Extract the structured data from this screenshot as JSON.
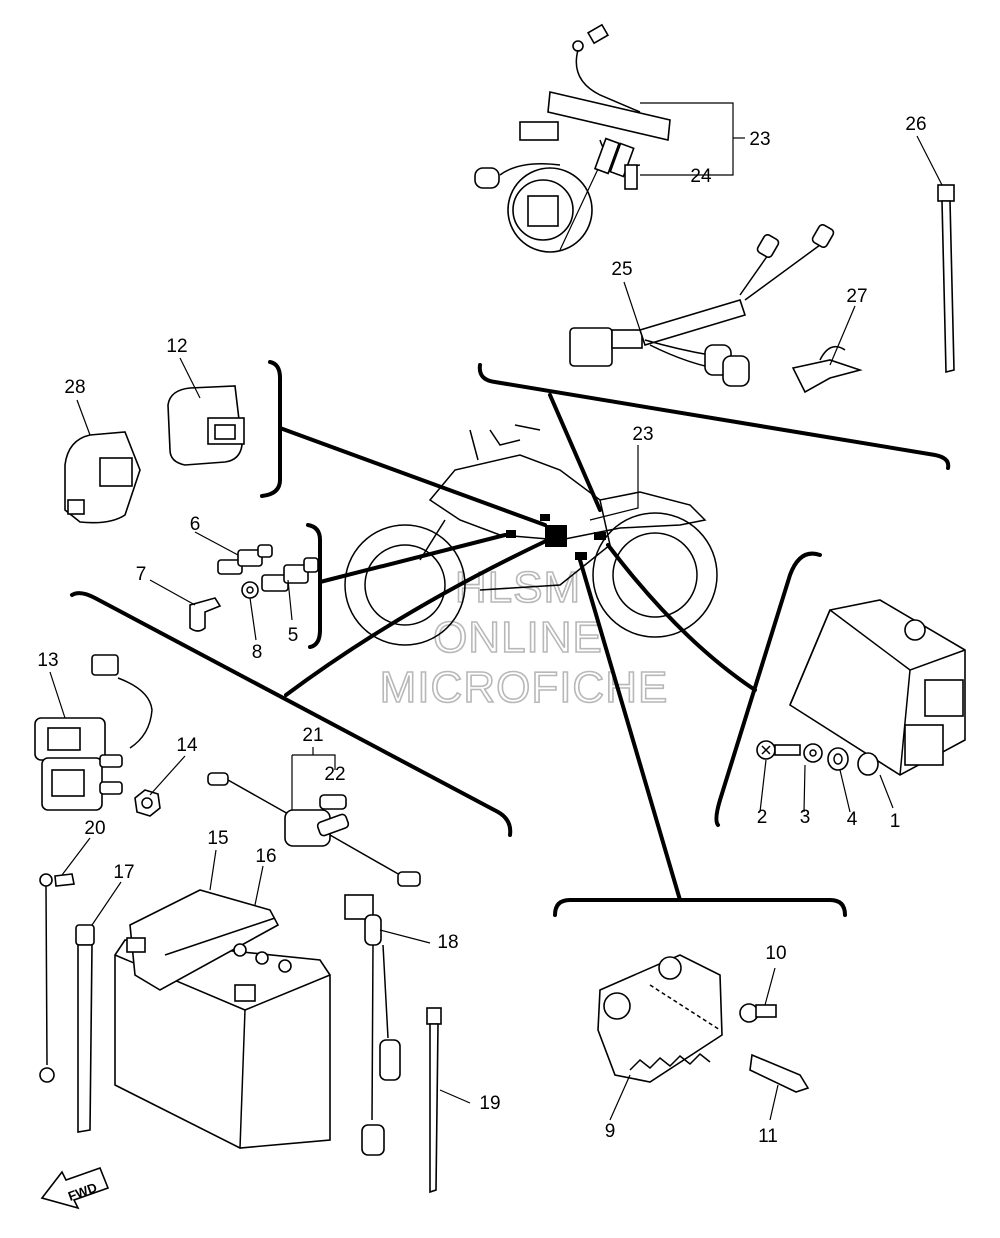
{
  "watermark": {
    "line1": "HLSM",
    "line2": "ONLINE",
    "line3": "MICROFICHE"
  },
  "fwd_label": "FWD",
  "callouts": [
    {
      "id": "1",
      "text": "1"
    },
    {
      "id": "2",
      "text": "2"
    },
    {
      "id": "3",
      "text": "3"
    },
    {
      "id": "4",
      "text": "4"
    },
    {
      "id": "5",
      "text": "5"
    },
    {
      "id": "6",
      "text": "6"
    },
    {
      "id": "7",
      "text": "7"
    },
    {
      "id": "8",
      "text": "8"
    },
    {
      "id": "9",
      "text": "9"
    },
    {
      "id": "10",
      "text": "10"
    },
    {
      "id": "11",
      "text": "11"
    },
    {
      "id": "12",
      "text": "12"
    },
    {
      "id": "13",
      "text": "13"
    },
    {
      "id": "14",
      "text": "14"
    },
    {
      "id": "15",
      "text": "15"
    },
    {
      "id": "16",
      "text": "16"
    },
    {
      "id": "17",
      "text": "17"
    },
    {
      "id": "18",
      "text": "18"
    },
    {
      "id": "19",
      "text": "19"
    },
    {
      "id": "20",
      "text": "20"
    },
    {
      "id": "21",
      "text": "21"
    },
    {
      "id": "22",
      "text": "22"
    },
    {
      "id": "23a",
      "text": "23"
    },
    {
      "id": "23b",
      "text": "23"
    },
    {
      "id": "24",
      "text": "24"
    },
    {
      "id": "25",
      "text": "25"
    },
    {
      "id": "26",
      "text": "26"
    },
    {
      "id": "27",
      "text": "27"
    },
    {
      "id": "28",
      "text": "28"
    }
  ]
}
